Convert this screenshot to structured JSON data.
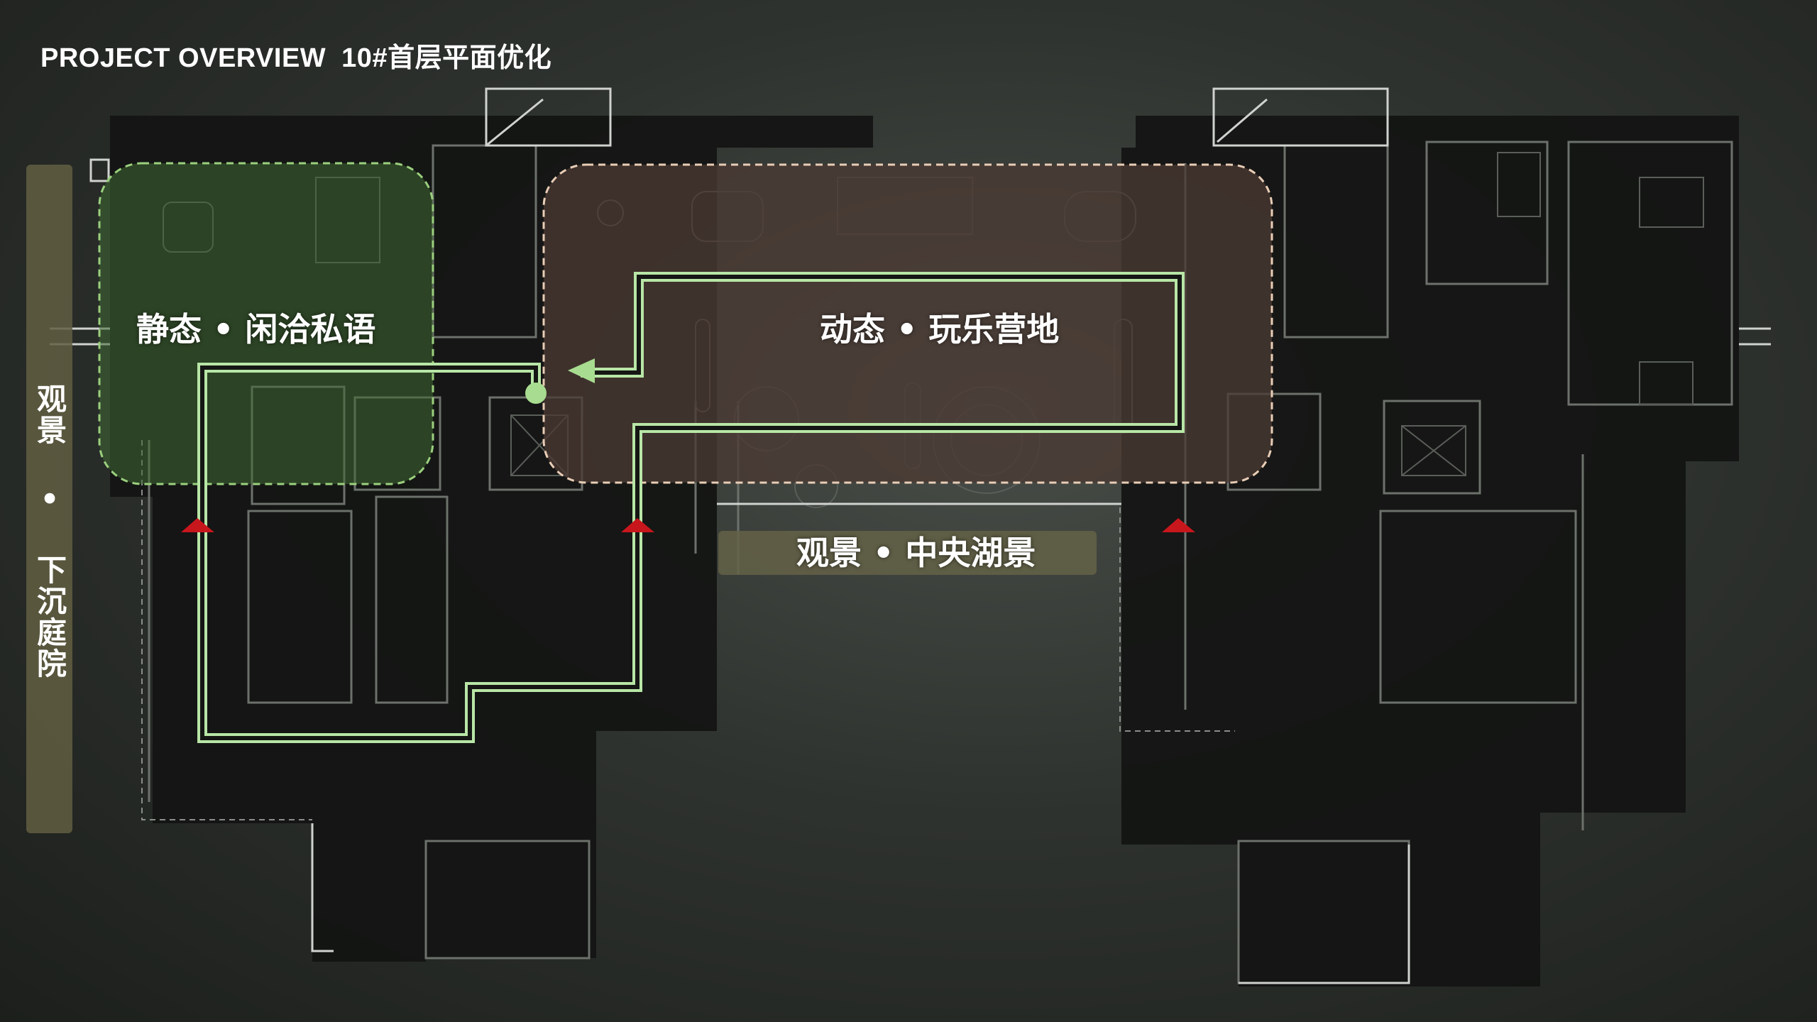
{
  "header": {
    "title": "PROJECT OVERVIEW",
    "subtitle": "10#首层平面优化"
  },
  "zones": {
    "quiet": "静态 • 闲洽私语",
    "active": "动态 • 玩乐营地",
    "lake": "观景 • 中央湖景",
    "courtyard": "观景 • 下沉庭院"
  },
  "colors": {
    "quiet_zone": "#3f6a33",
    "active_zone": "#4a3a33",
    "path_line": "#b8e6a6",
    "entry_marker": "#c8161d",
    "label_box": "#646246"
  },
  "icons": {
    "entry_markers": [
      "triangle-marker",
      "triangle-marker",
      "triangle-marker"
    ],
    "path_start": "dot-marker",
    "path_end": "arrow-marker"
  }
}
